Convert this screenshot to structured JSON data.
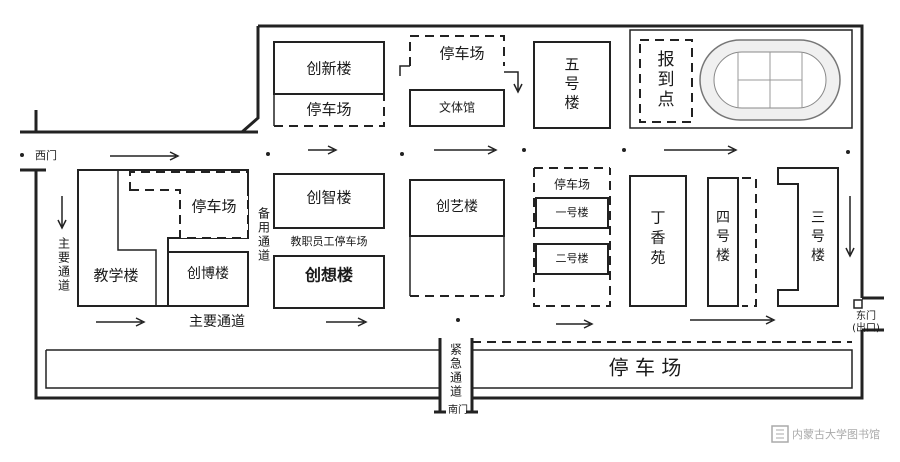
{
  "buildings": {
    "chuangxin": "创新楼",
    "chuangzhi": "创智楼",
    "chuangxiang": "创想楼",
    "chuangyi": "创艺楼",
    "chuangbo": "创博楼",
    "jiaoxue": "教学楼",
    "wenti": "文体馆",
    "wuhao": "五号楼",
    "sihao": "四号楼",
    "sanhao": "三号楼",
    "yihao": "一号楼",
    "erhao": "二号楼",
    "dingxiang": "丁香苑",
    "baodao": "报到点",
    "staff_parking": "教职员工停车场"
  },
  "parking_label": "停车场",
  "big_parking_label": "停 车 场",
  "roads": {
    "main_left": "主要通道",
    "main_bottom": "主要通道",
    "backup": "备用通道",
    "emergency": "紧急通道"
  },
  "gates": {
    "west": "西门",
    "east": "东门",
    "east_note": "(出口)",
    "south": "南门"
  },
  "watermark": "内蒙古大学图书馆"
}
